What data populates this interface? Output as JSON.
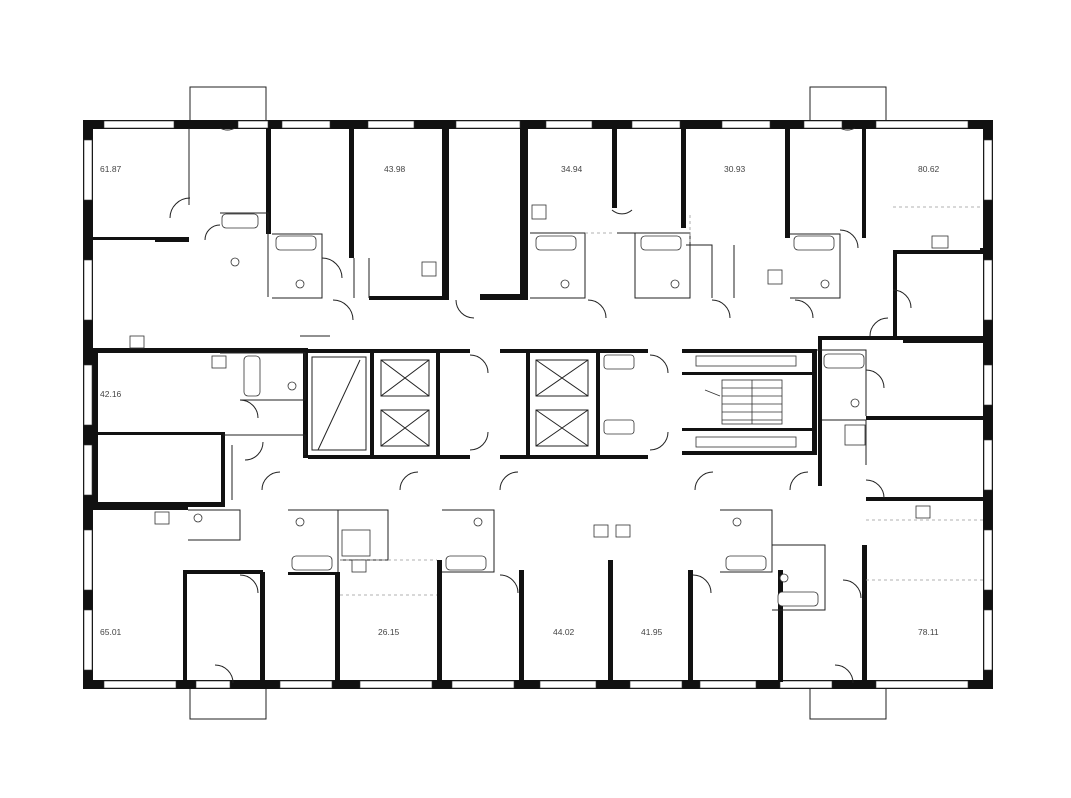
{
  "apartments": [
    {
      "id": "a1",
      "area": "61.87"
    },
    {
      "id": "a2",
      "area": "43.98"
    },
    {
      "id": "a3",
      "area": "34.94"
    },
    {
      "id": "a4",
      "area": "30.93"
    },
    {
      "id": "a5",
      "area": "80.62"
    },
    {
      "id": "a6",
      "area": "42.16"
    },
    {
      "id": "a7",
      "area": "65.01"
    },
    {
      "id": "a8",
      "area": "26.15"
    },
    {
      "id": "a9",
      "area": "44.02"
    },
    {
      "id": "a10",
      "area": "41.95"
    },
    {
      "id": "a11",
      "area": "78.11"
    }
  ]
}
